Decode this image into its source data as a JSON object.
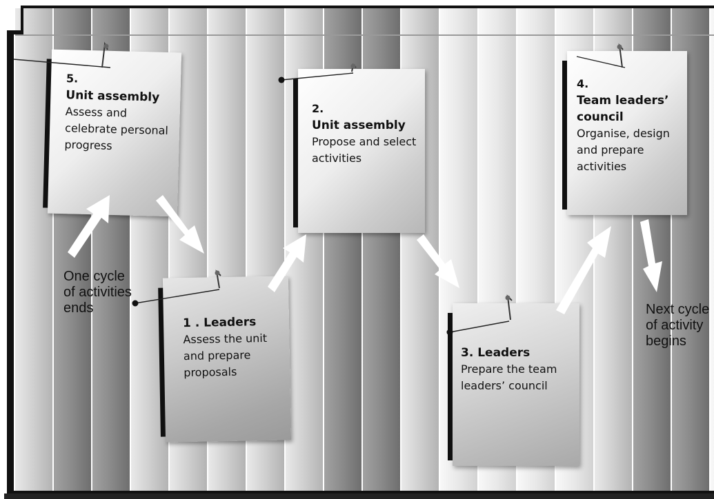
{
  "notes": [
    {
      "num": "5.",
      "title": "Unit assembly",
      "desc": "Assess and celebrate personal progress"
    },
    {
      "num": "2.",
      "title": "Unit assembly",
      "desc": "Propose and select activities"
    },
    {
      "num": "4.",
      "title": "Team leaders’ council",
      "desc": "Organise, design and prepare activities"
    },
    {
      "num": "",
      "title": "1 . Leaders",
      "desc": "Assess the unit and prepare proposals"
    },
    {
      "num": "",
      "title": "3. Leaders",
      "desc": "Prepare the team leaders’ council"
    }
  ],
  "labels": {
    "cycle_end": "One cycle of activities ends",
    "cycle_begin": "Next cycle of activity begins"
  },
  "colors": {
    "stripe_dark": "#8a8a8a",
    "stripe_light": "#d8d8d8",
    "arrow": "#ffffff",
    "frame": "#111111"
  }
}
